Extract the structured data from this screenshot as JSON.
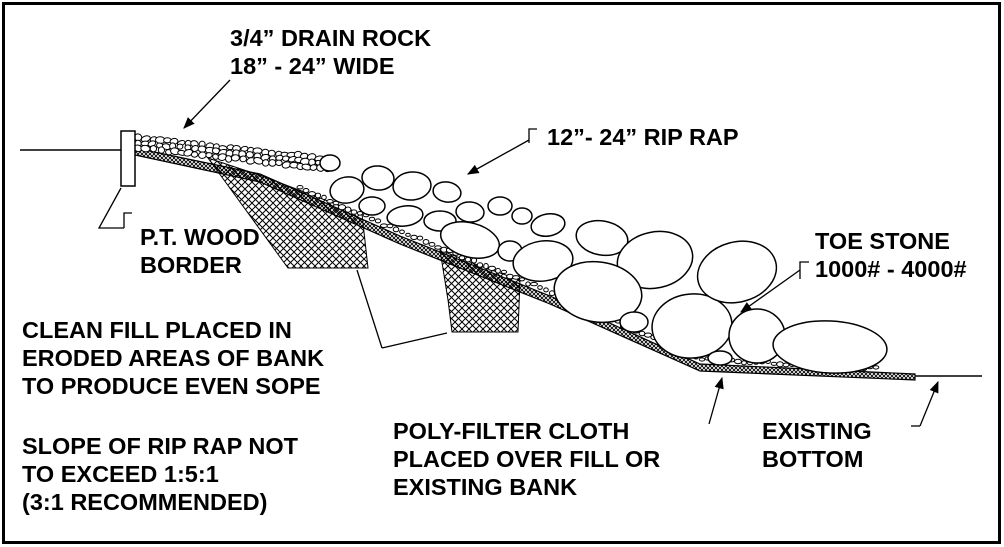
{
  "labels": {
    "drain_rock": [
      "3/4” DRAIN ROCK",
      "18” - 24” WIDE"
    ],
    "rip_rap": [
      "12”- 24” RIP RAP"
    ],
    "wood_border": [
      "P.T. WOOD",
      "BORDER"
    ],
    "toe_stone": [
      "TOE STONE",
      "1000# - 4000#"
    ],
    "clean_fill": [
      "CLEAN FILL PLACED IN",
      "ERODED AREAS OF BANK",
      "TO PRODUCE EVEN SOPE"
    ],
    "slope_note": [
      "SLOPE OF RIP RAP NOT",
      "TO EXCEED 1:5:1",
      "(3:1 RECOMMENDED)"
    ],
    "filter_cloth": [
      "POLY-FILTER CLOTH",
      "PLACED OVER FILL OR",
      "EXISTING BANK"
    ],
    "existing_bottom": [
      "EXISTING",
      "BOTTOM"
    ]
  },
  "colors": {
    "ink": "#000000",
    "paper": "#ffffff"
  }
}
